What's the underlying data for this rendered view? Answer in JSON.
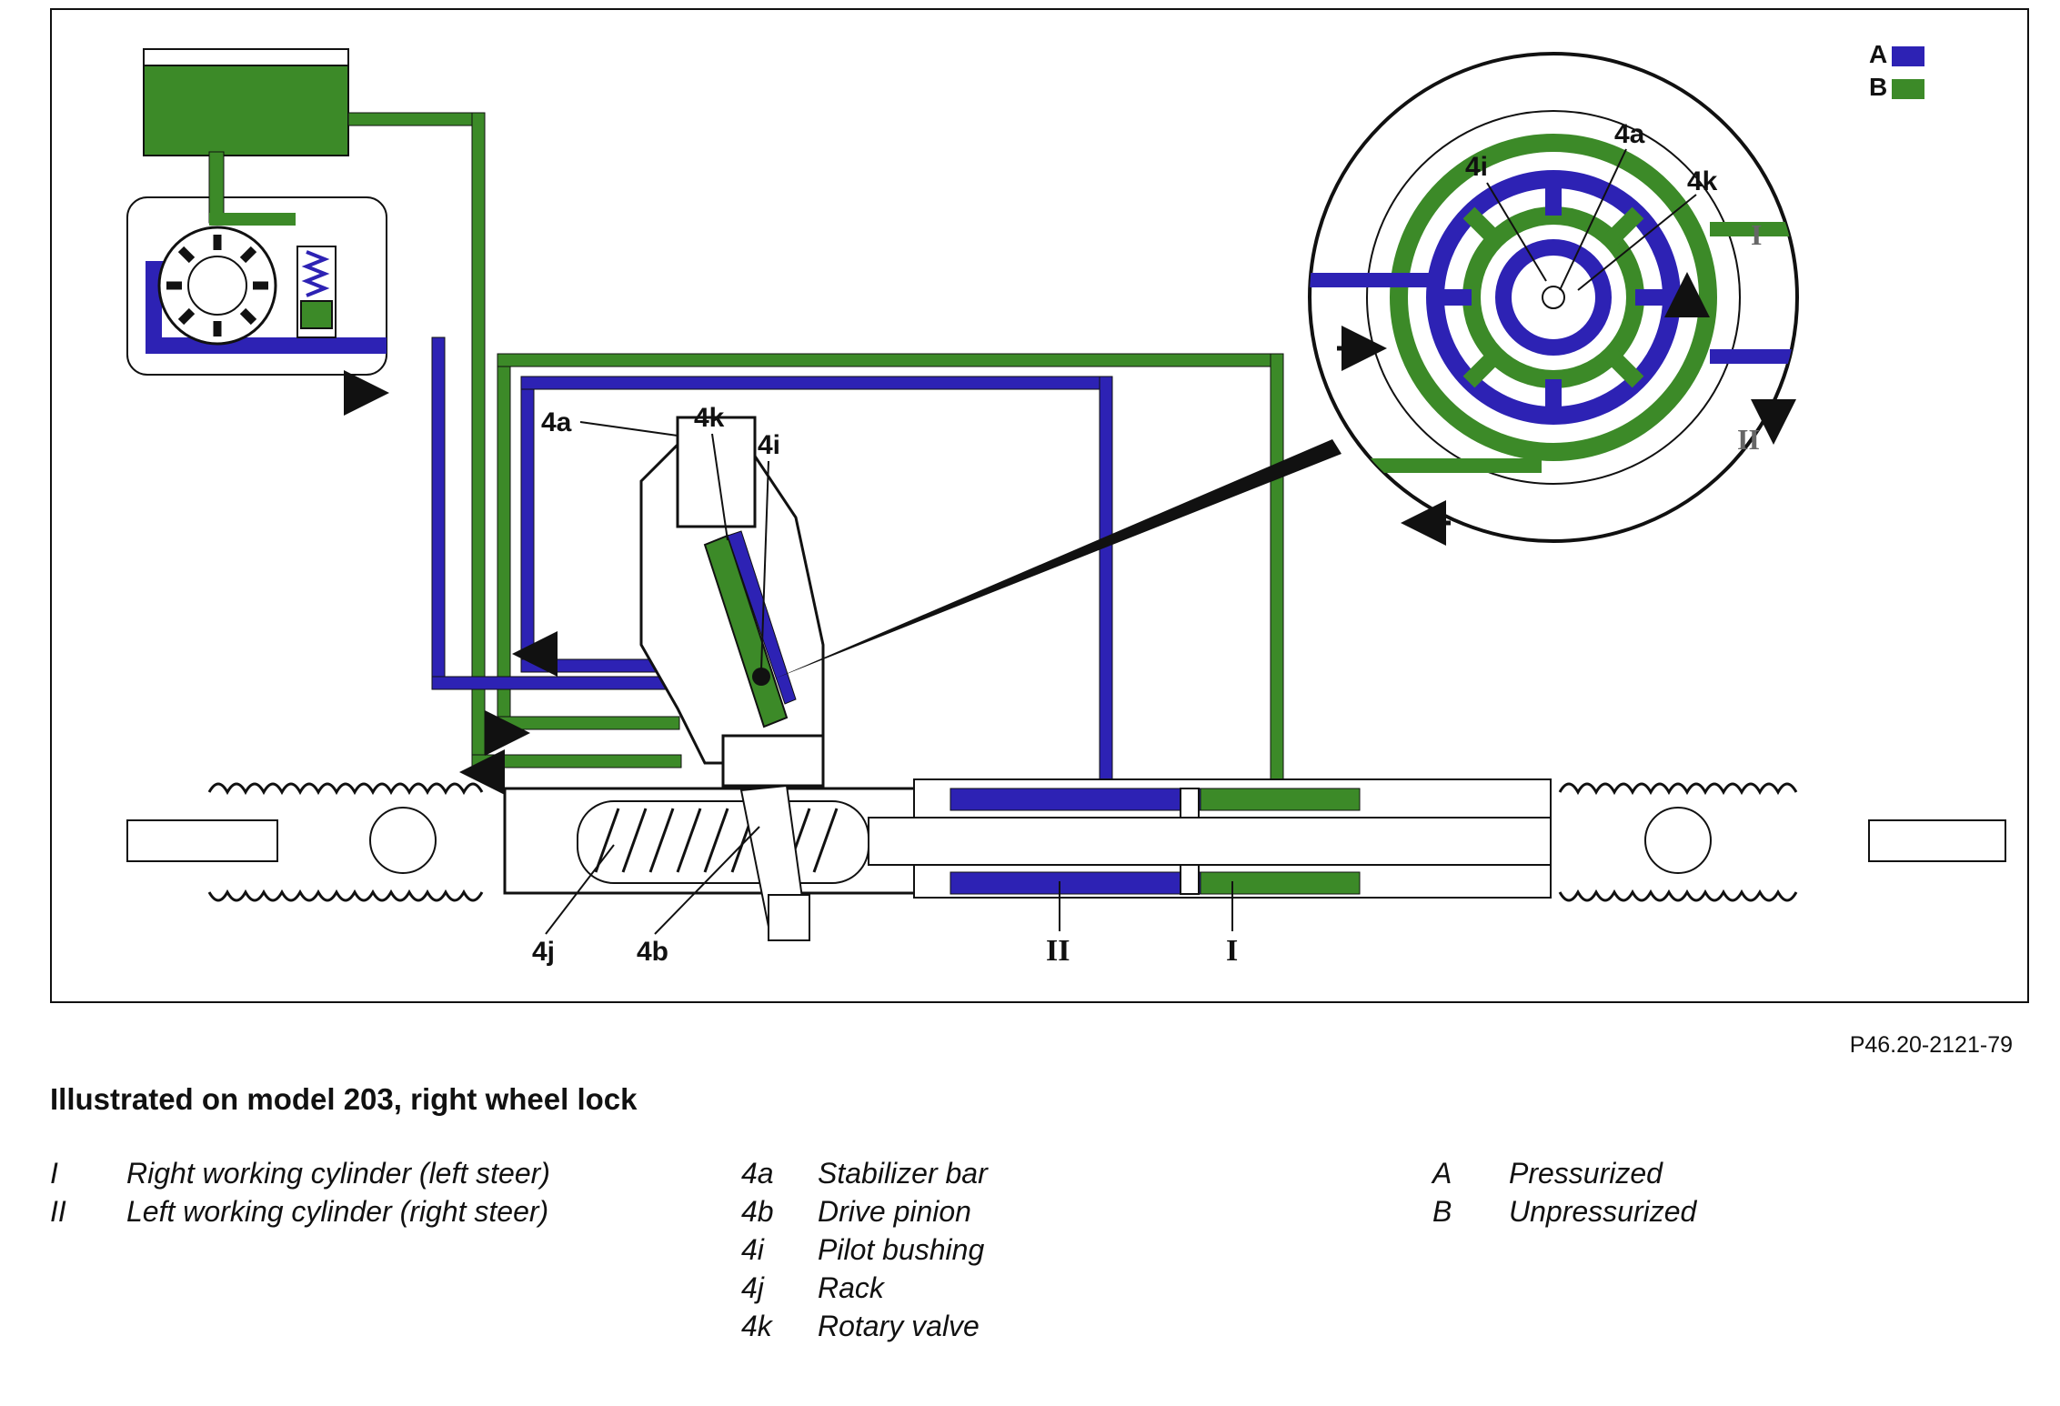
{
  "diagram": {
    "callouts": {
      "stabilizer_bar": "4a",
      "rotary_valve": "4k",
      "pilot_bushing": "4i",
      "rack": "4j",
      "drive_pinion": "4b"
    },
    "cylinders": {
      "left_steer": "I",
      "right_steer": "II"
    },
    "key": {
      "pressurized": "A",
      "unpressurized": "B"
    },
    "colors": {
      "pressurized": "#2d22b4",
      "unpressurized": "#3c8a28",
      "outline": "#111111",
      "housing": "#ffffff"
    },
    "arrow_icon": "flow-direction-arrow-icon"
  },
  "figure_id": "P46.20-2121-79",
  "caption": "Illustrated on model 203, right wheel lock",
  "legend": {
    "col1": [
      {
        "key": "I",
        "text": "Right working cylinder (left steer)"
      },
      {
        "key": "II",
        "text": "Left working cylinder (right steer)"
      }
    ],
    "col2": [
      {
        "key": "4a",
        "text": "Stabilizer bar"
      },
      {
        "key": "4b",
        "text": "Drive pinion"
      },
      {
        "key": "4i",
        "text": "Pilot bushing"
      },
      {
        "key": "4j",
        "text": "Rack"
      },
      {
        "key": "4k",
        "text": "Rotary valve"
      }
    ],
    "col3": [
      {
        "key": "A",
        "text": "Pressurized"
      },
      {
        "key": "B",
        "text": "Unpressurized"
      }
    ]
  }
}
